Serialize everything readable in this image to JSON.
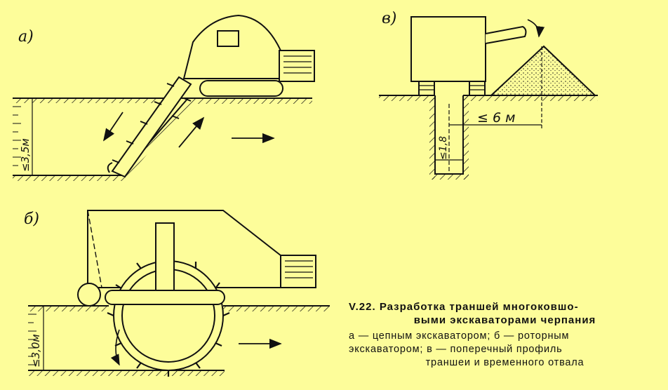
{
  "panels": {
    "a": "а)",
    "b": "б)",
    "v": "в)"
  },
  "dimensions": {
    "depth_chain": "≤3,5м",
    "depth_rotor": "≤3,0м",
    "width_trench": "≤1,8",
    "distance_spoil": "≤ 6 м"
  },
  "caption": {
    "number": "V.22.",
    "title_line1": "Разработка траншей многоковшо-",
    "title_line2": "выми экскаваторами черпания",
    "line1": "а — цепным экскаватором; б — роторным",
    "line2": "экскаватором; в — поперечный профиль",
    "line3": "траншеи и временного отвала"
  },
  "colors": {
    "background": "#fdfd9a",
    "ink": "#111111"
  }
}
